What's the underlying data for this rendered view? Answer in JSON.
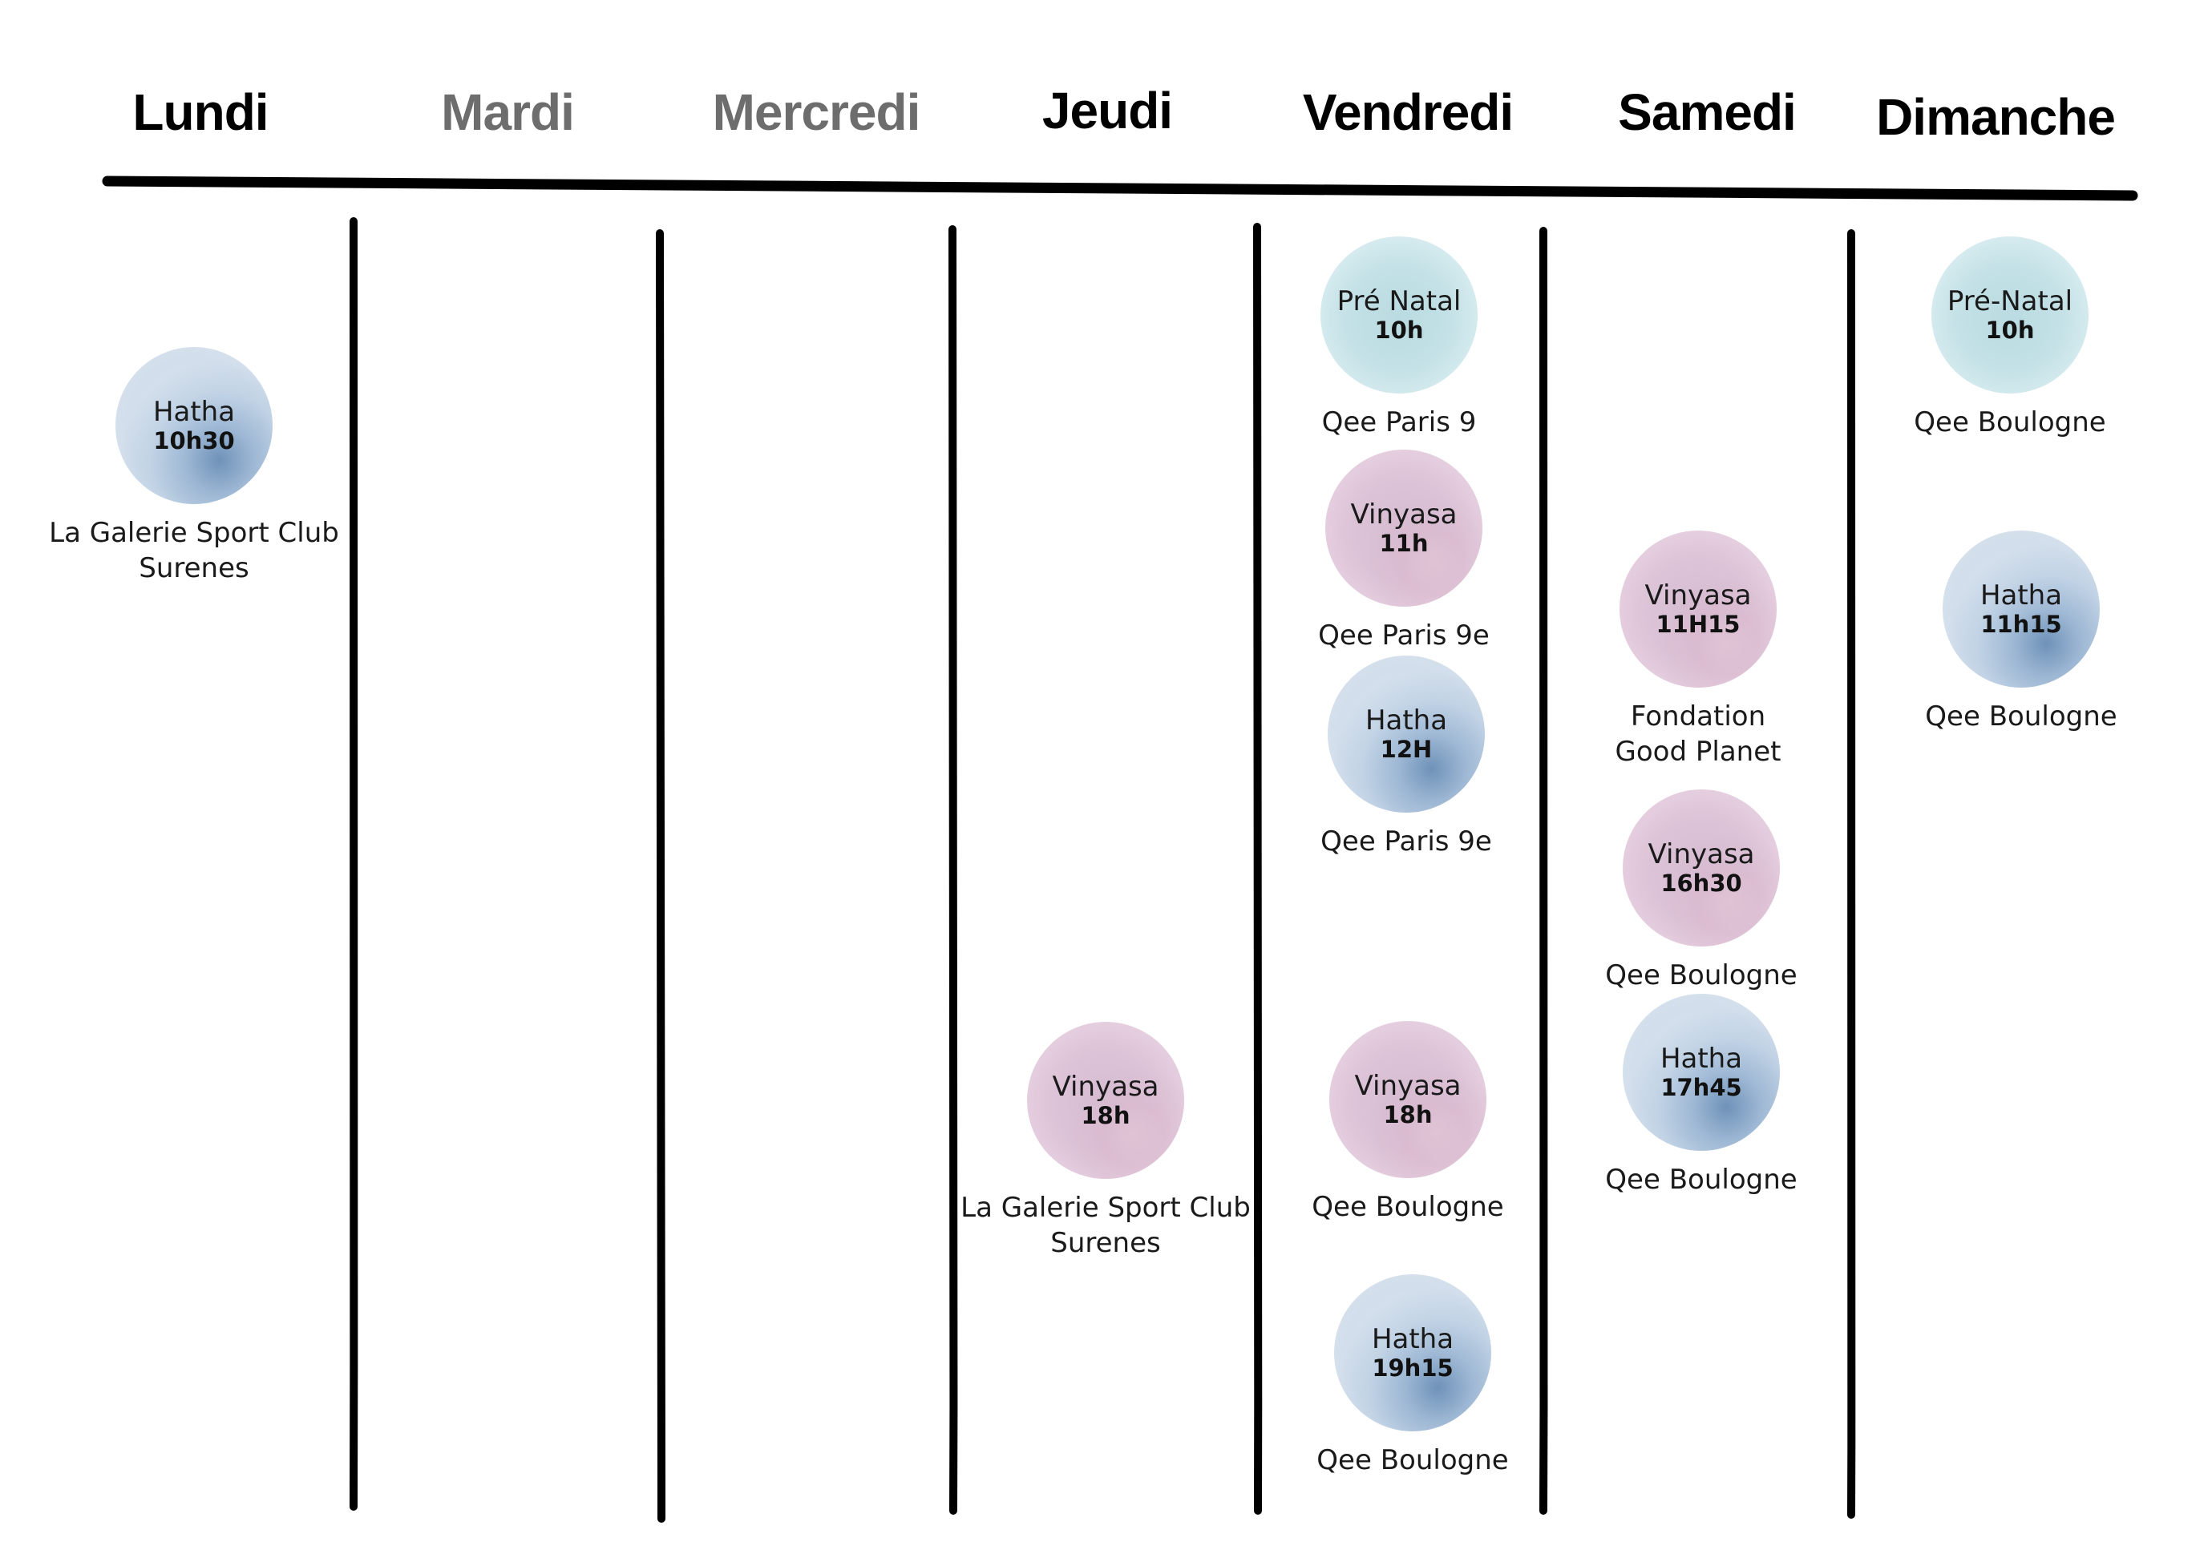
{
  "days": [
    {
      "name": "Lundi",
      "muted": false
    },
    {
      "name": "Mardi",
      "muted": true
    },
    {
      "name": "Mercredi",
      "muted": true
    },
    {
      "name": "Jeudi",
      "muted": false
    },
    {
      "name": "Vendredi",
      "muted": false
    },
    {
      "name": "Samedi",
      "muted": false
    },
    {
      "name": "Dimanche",
      "muted": false
    }
  ],
  "colors": {
    "hatha": "#b6c8de",
    "vinyasa": "#dcc3d7",
    "prenatal": "#c3e1e6",
    "muted_day": "#6d6d6d",
    "rule": "#000000"
  },
  "sessions": [
    {
      "day": "Lundi",
      "style": "blue",
      "title": "Hatha",
      "time": "10h30",
      "venue": [
        "La Galerie Sport Club",
        "Surenes"
      ]
    },
    {
      "day": "Jeudi",
      "style": "pink",
      "title": "Vinyasa",
      "time": "18h",
      "venue": [
        "La Galerie Sport Club",
        "Surenes"
      ]
    },
    {
      "day": "Vendredi",
      "style": "teal",
      "title": "Pré Natal",
      "time": "10h",
      "venue": [
        "Qee Paris 9"
      ]
    },
    {
      "day": "Vendredi",
      "style": "pink",
      "title": "Vinyasa",
      "time": "11h",
      "venue": [
        "Qee Paris 9e"
      ]
    },
    {
      "day": "Vendredi",
      "style": "blue",
      "title": "Hatha",
      "time": "12H",
      "venue": [
        "Qee Paris 9e"
      ]
    },
    {
      "day": "Vendredi",
      "style": "pink",
      "title": "Vinyasa",
      "time": "18h",
      "venue": [
        "Qee Boulogne"
      ]
    },
    {
      "day": "Vendredi",
      "style": "blue",
      "title": "Hatha",
      "time": "19h15",
      "venue": [
        "Qee Boulogne"
      ]
    },
    {
      "day": "Samedi",
      "style": "pink",
      "title": "Vinyasa",
      "time": "11H15",
      "venue": [
        "Fondation",
        "Good Planet"
      ]
    },
    {
      "day": "Samedi",
      "style": "pink",
      "title": "Vinyasa",
      "time": "16h30",
      "venue": [
        "Qee Boulogne"
      ]
    },
    {
      "day": "Samedi",
      "style": "blue",
      "title": "Hatha",
      "time": "17h45",
      "venue": [
        "Qee Boulogne"
      ]
    },
    {
      "day": "Dimanche",
      "style": "teal",
      "title": "Pré-Natal",
      "time": "10h",
      "venue": [
        "Qee Boulogne"
      ]
    },
    {
      "day": "Dimanche",
      "style": "blue",
      "title": "Hatha",
      "time": "11h15",
      "venue": [
        "Qee Boulogne"
      ]
    }
  ]
}
